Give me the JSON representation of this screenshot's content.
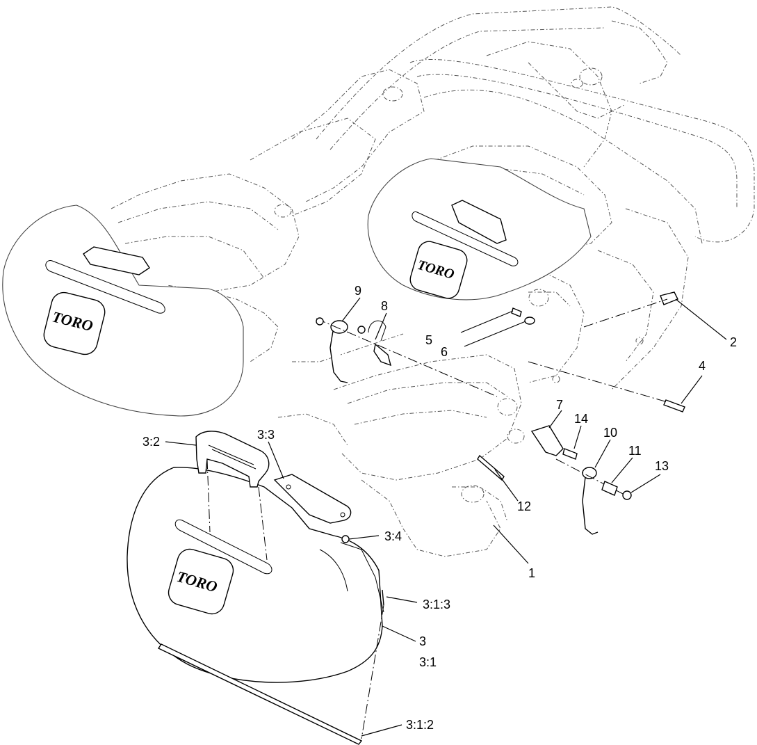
{
  "logo": {
    "text": "TORO"
  },
  "callouts": {
    "c1": "1",
    "c2": "2",
    "c3": "3",
    "c3_1": "3:1",
    "c3_1_2": "3:1:2",
    "c3_1_3": "3:1:3",
    "c3_2": "3:2",
    "c3_3": "3:3",
    "c3_4": "3:4",
    "c4": "4",
    "c5": "5",
    "c6": "6",
    "c7": "7",
    "c8": "8",
    "c9": "9",
    "c10": "10",
    "c11": "11",
    "c12": "12",
    "c13": "13",
    "c14": "14"
  }
}
